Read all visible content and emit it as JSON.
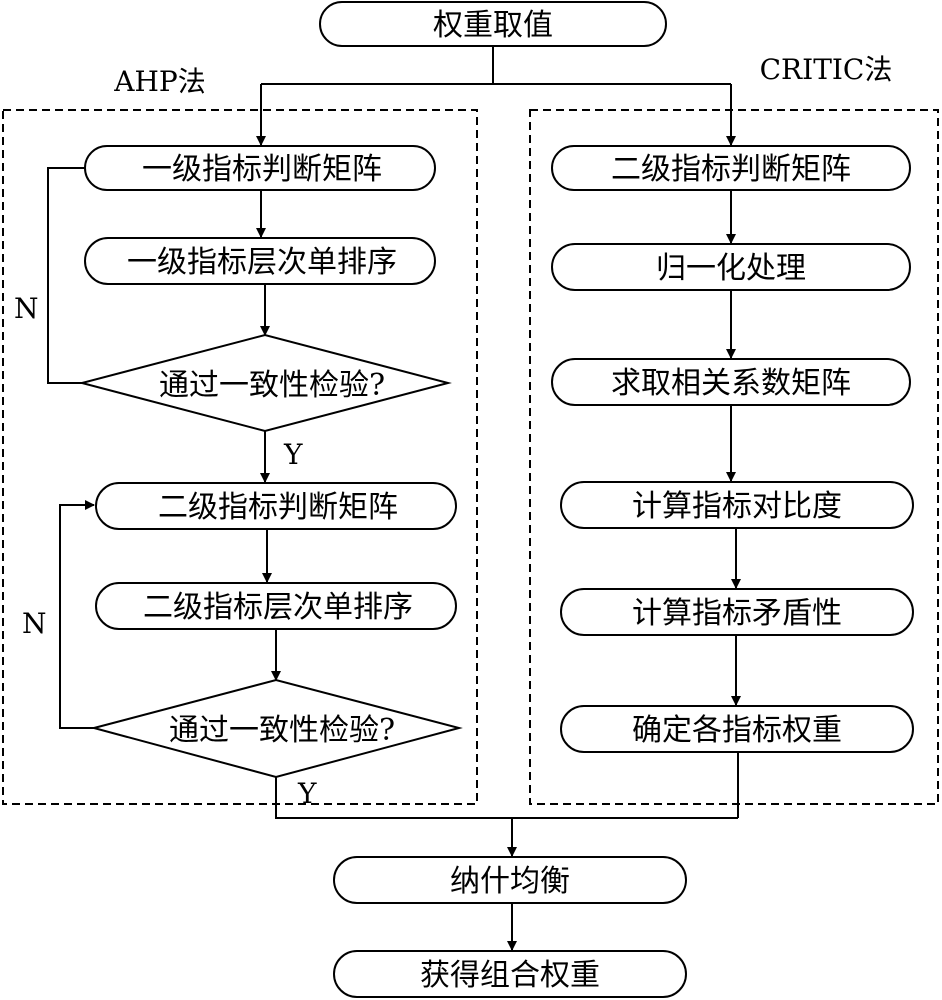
{
  "nodes": {
    "start": "权重取值",
    "ahp_level1_matrix": "一级指标判断矩阵",
    "ahp_level1_sort": "一级指标层次单排序",
    "ahp_check1": "通过一致性检验?",
    "ahp_level2_matrix": "二级指标判断矩阵",
    "ahp_level2_sort": "二级指标层次单排序",
    "ahp_check2": "通过一致性检验?",
    "critic_matrix": "二级指标判断矩阵",
    "critic_normalize": "归一化处理",
    "critic_corr": "求取相关系数矩阵",
    "critic_contrast": "计算指标对比度",
    "critic_conflict": "计算指标矛盾性",
    "critic_weights": "确定各指标权重",
    "nash": "纳什均衡",
    "result": "获得组合权重"
  },
  "labels": {
    "ahp_group": "AHP法",
    "critic_group": "CRITIC法",
    "no1": "N",
    "yes1": "Y",
    "no2": "N",
    "yes2": "Y"
  }
}
